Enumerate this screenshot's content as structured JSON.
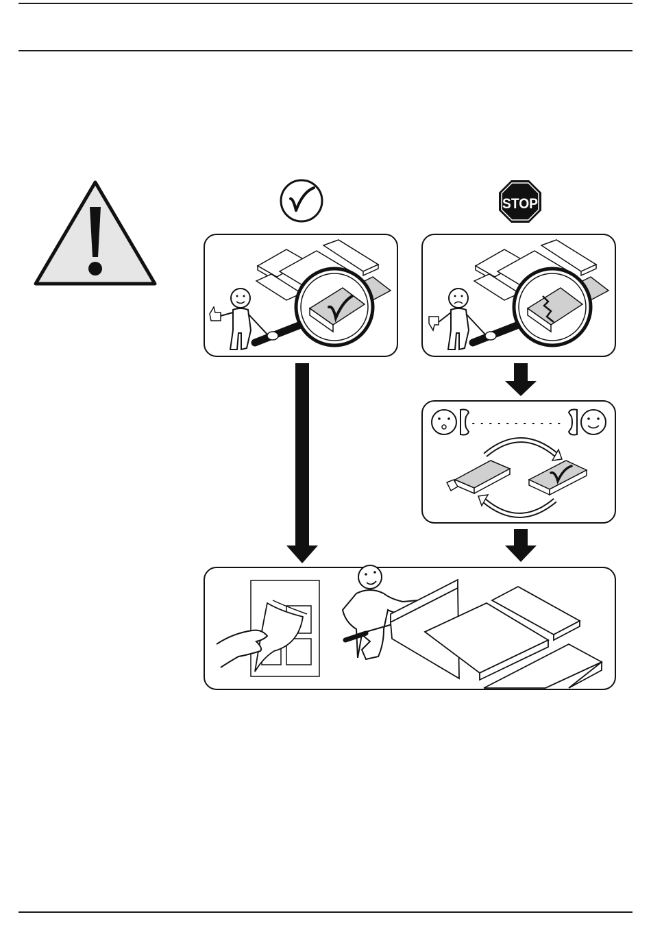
{
  "palette": {
    "ink": "#111111",
    "panel_fill": "#ffffff",
    "warning_fill": "#e6e6e6",
    "board_gray": "#d0d0d0",
    "stop_red_as_printed": "#111111"
  },
  "header_rules": {
    "count": 2
  },
  "footer_rule": {
    "count": 1
  },
  "warning": {
    "icon": "warning-triangle-exclamation-icon"
  },
  "ok_column": {
    "symbol_icon": "check-circle-icon",
    "panel_icon": "inspect-ok-board-magnifier-icon"
  },
  "stop_column": {
    "sign_label": "STOP",
    "panel_icon": "inspect-damaged-board-magnifier-icon",
    "contact_panel_icon": "phone-exchange-part-icon"
  },
  "assembly_panel": {
    "icon": "read-instructions-and-assemble-icon"
  },
  "arrows": {
    "icons": [
      "long-arrow-down-icon",
      "short-arrow-down-icon",
      "short-arrow-down-icon"
    ]
  }
}
